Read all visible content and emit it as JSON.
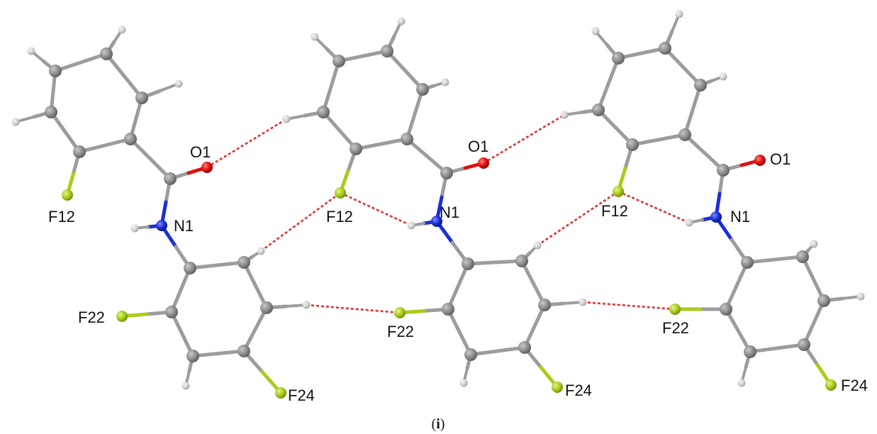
{
  "figure": {
    "caption_open": "(",
    "caption_letter": "i",
    "caption_close": ")",
    "labels": {
      "o1_a": "O1",
      "o1_b": "O1",
      "o1_c": "O1",
      "n1_a": "N1",
      "n1_b": "N1",
      "n1_c": "N1",
      "f12_a": "F12",
      "f12_b": "F12",
      "f12_c": "F12",
      "f22_a": "F22",
      "f22_b": "F22",
      "f22_c": "F22",
      "f24_a": "F24",
      "f24_b": "F24",
      "f24_c": "F24"
    }
  },
  "colors": {
    "carbon": "#8f8f8f",
    "hydrogen": "#d4d4d4",
    "oxygen": "#e01010",
    "nitrogen": "#1a2fd6",
    "fluorine": "#a8cc1c",
    "bond": "#9a9a9a",
    "hbond": "#e03030"
  }
}
